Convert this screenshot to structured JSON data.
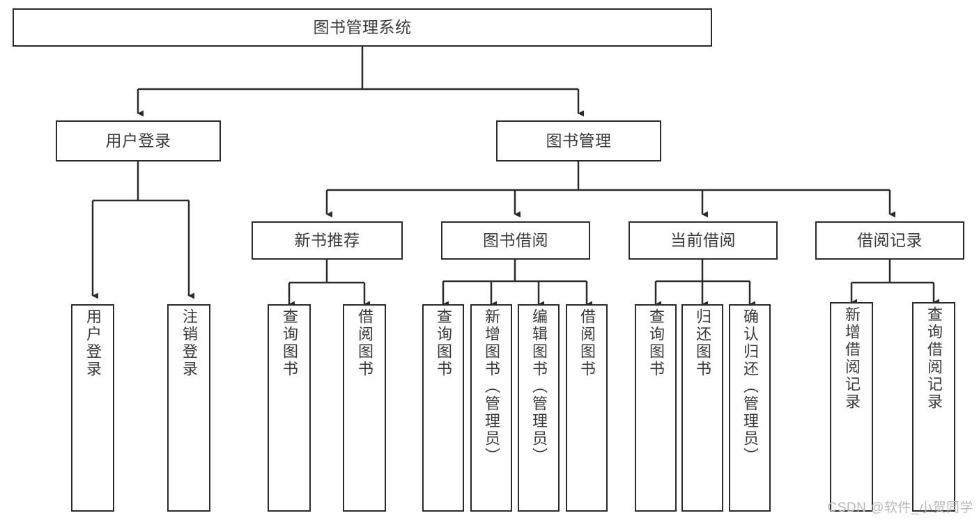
{
  "diagram": {
    "type": "tree-hierarchy",
    "title": "图书管理系统",
    "watermark": "CSDN @软件_小贺同学",
    "colors": {
      "background": "#ffffff",
      "stroke": "#2b2b2b",
      "text": "#3a3a3a",
      "watermark": "#b9b9b9"
    },
    "nodes": {
      "root": {
        "label": "图书管理系统",
        "level": 0
      },
      "user_login": {
        "label": "用户登录",
        "level": 1
      },
      "book_manage": {
        "label": "图书管理",
        "level": 1
      },
      "new_book_rec": {
        "label": "新书推荐",
        "level": 2
      },
      "book_borrow": {
        "label": "图书借阅",
        "level": 2
      },
      "current_borrow": {
        "label": "当前借阅",
        "level": 2
      },
      "borrow_record": {
        "label": "借阅记录",
        "level": 2
      },
      "leaf_user_login": {
        "label": "用户登录",
        "level": 3
      },
      "leaf_logout": {
        "label": "注销登录",
        "level": 3
      },
      "leaf_query_book_1": {
        "label": "查询图书",
        "level": 3
      },
      "leaf_borrow_book_1": {
        "label": "借阅图书",
        "level": 3
      },
      "leaf_query_book_2": {
        "label": "查询图书",
        "level": 3
      },
      "leaf_add_book": {
        "label": "新增图书（管理员）",
        "level": 3
      },
      "leaf_edit_book": {
        "label": "编辑图书（管理员）",
        "level": 3
      },
      "leaf_borrow_book_2": {
        "label": "借阅图书",
        "level": 3
      },
      "leaf_query_book_3": {
        "label": "查询图书",
        "level": 3
      },
      "leaf_return_book": {
        "label": "归还图书",
        "level": 3
      },
      "leaf_confirm_return": {
        "label": "确认归还（管理员）",
        "level": 3
      },
      "leaf_add_record": {
        "label": "新增借阅记录",
        "level": 3
      },
      "leaf_query_record": {
        "label": "查询借阅记录",
        "level": 3
      }
    },
    "edges": [
      {
        "from": "root",
        "to": "user_login"
      },
      {
        "from": "root",
        "to": "book_manage"
      },
      {
        "from": "user_login",
        "to": "leaf_user_login"
      },
      {
        "from": "user_login",
        "to": "leaf_logout"
      },
      {
        "from": "book_manage",
        "to": "new_book_rec"
      },
      {
        "from": "book_manage",
        "to": "book_borrow"
      },
      {
        "from": "book_manage",
        "to": "current_borrow"
      },
      {
        "from": "book_manage",
        "to": "borrow_record"
      },
      {
        "from": "new_book_rec",
        "to": "leaf_query_book_1"
      },
      {
        "from": "new_book_rec",
        "to": "leaf_borrow_book_1"
      },
      {
        "from": "book_borrow",
        "to": "leaf_query_book_2"
      },
      {
        "from": "book_borrow",
        "to": "leaf_add_book"
      },
      {
        "from": "book_borrow",
        "to": "leaf_edit_book"
      },
      {
        "from": "book_borrow",
        "to": "leaf_borrow_book_2"
      },
      {
        "from": "current_borrow",
        "to": "leaf_query_book_3"
      },
      {
        "from": "current_borrow",
        "to": "leaf_return_book"
      },
      {
        "from": "current_borrow",
        "to": "leaf_confirm_return"
      },
      {
        "from": "borrow_record",
        "to": "leaf_add_record"
      },
      {
        "from": "borrow_record",
        "to": "leaf_query_record"
      }
    ]
  }
}
